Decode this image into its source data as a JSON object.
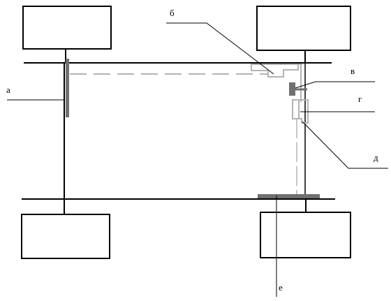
{
  "labels": {
    "a": "а",
    "b": "б",
    "v": "в",
    "g": "г",
    "d": "д",
    "e": "е"
  },
  "colors": {
    "stroke": "#000000",
    "link": "#b3b3b3",
    "component": "#707070"
  }
}
